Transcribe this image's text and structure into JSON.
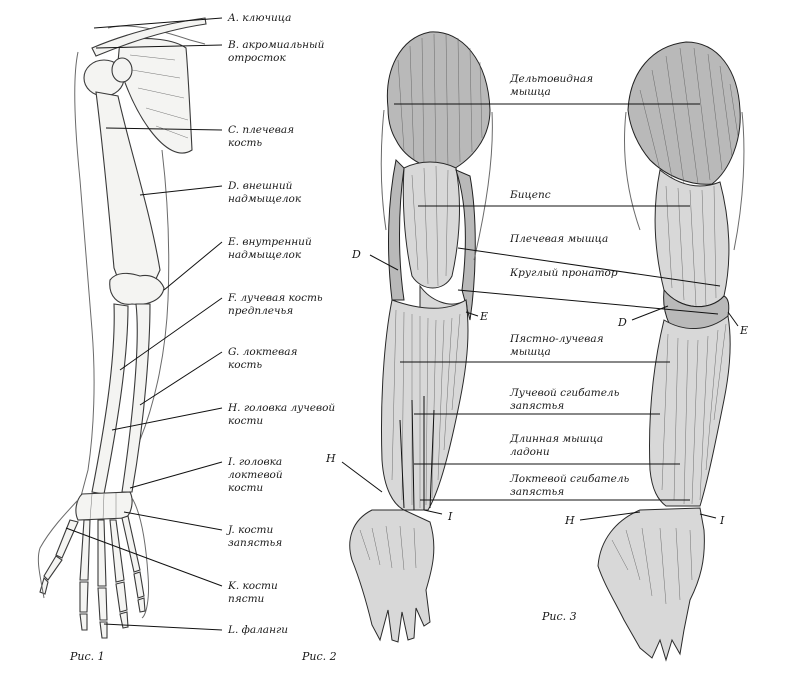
{
  "figure1": {
    "caption": "Рис. 1",
    "labels": {
      "a": [
        "A. ключица"
      ],
      "b": [
        "B. акромиальный",
        "отросток"
      ],
      "c": [
        "C. плечевая",
        "кость"
      ],
      "d": [
        "D. внешний",
        "надмыщелок"
      ],
      "e": [
        "E. внутренний",
        "надмыщелок"
      ],
      "f": [
        "F. лучевая кость",
        "предплечья"
      ],
      "g": [
        "G. локтевая",
        "кость"
      ],
      "h": [
        "H. головка лучевой",
        "кости"
      ],
      "i": [
        "I. головка",
        "локтевой",
        "кости"
      ],
      "j": [
        "J. кости",
        "запястья"
      ],
      "k": [
        "K. кости",
        "пясти"
      ],
      "l": [
        "L. фаланги"
      ]
    }
  },
  "figure2": {
    "caption": "Рис. 2",
    "markers": {
      "d": "D",
      "e": "E",
      "h": "H",
      "i": "I"
    }
  },
  "figure3": {
    "caption": "Рис. 3",
    "markers": {
      "d": "D",
      "e": "E",
      "h": "H",
      "i": "I"
    }
  },
  "muscles": {
    "deltoid": [
      "Дельтовидная",
      "мышца"
    ],
    "biceps": [
      "Бицепс"
    ],
    "brachialis": [
      "Плечевая мышца"
    ],
    "pronator": [
      "Круглый пронатор"
    ],
    "brachioradialis": [
      "Пястно-лучевая",
      "мышца"
    ],
    "flexor_carpi_radialis": [
      "Лучевой сгибатель",
      "запястья"
    ],
    "palmaris_longus": [
      "Длинная мышца",
      "ладони"
    ],
    "flexor_carpi_ulnaris": [
      "Локтевой сгибатель",
      "запястья"
    ]
  }
}
